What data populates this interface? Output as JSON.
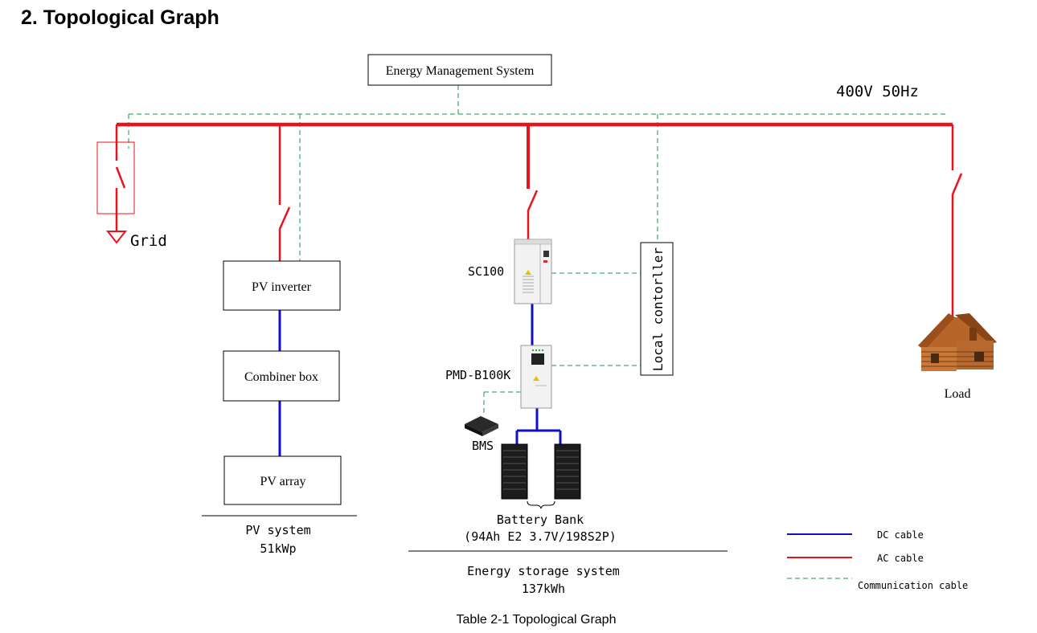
{
  "heading": "2. Topological Graph",
  "ems_label": "Energy Management System",
  "bus_label": "400V 50Hz",
  "grid_label": "Grid",
  "pv_inverter_label": "PV inverter",
  "combiner_label": "Combiner box",
  "pv_array_label": "PV array",
  "pv_system_label": "PV system",
  "pv_system_capacity": "51kWp",
  "sc100_label": "SC100",
  "pmd_label": "PMD-B100K",
  "local_controller_label": "Local contorller",
  "bms_label": "BMS",
  "battery_bank_label": "Battery Bank",
  "battery_bank_spec": "(94Ah E2 3.7V/198S2P)",
  "ess_label": "Energy storage system",
  "ess_capacity": "137kWh",
  "load_label": "Load",
  "legend": {
    "dc": "DC cable",
    "ac": "AC cable",
    "comm": "Communication cable"
  },
  "caption": "Table 2-1 Topological Graph",
  "colors": {
    "ac": "#e8141c",
    "dc": "#1010c8",
    "comm": "#1a9a4a"
  }
}
